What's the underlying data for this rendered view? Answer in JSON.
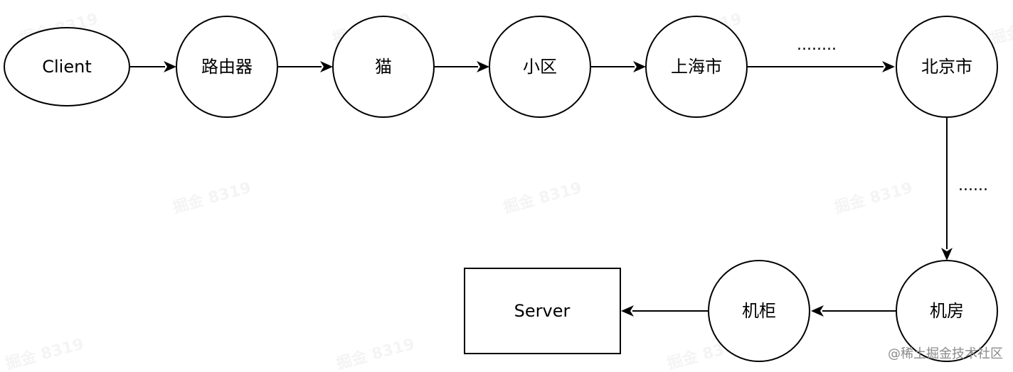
{
  "nodes": {
    "client": "Client",
    "router": "路由器",
    "modem": "猫",
    "community": "小区",
    "shanghai": "上海市",
    "beijing": "北京市",
    "datacenter": "机房",
    "cabinet": "机柜",
    "server": "Server"
  },
  "ellipsis": {
    "horizontal": "........",
    "vertical": "......"
  },
  "watermark": "掘金 8319",
  "attribution": "@稀土掘金技术社区",
  "colors": {
    "stroke": "#000000",
    "background": "#ffffff"
  }
}
